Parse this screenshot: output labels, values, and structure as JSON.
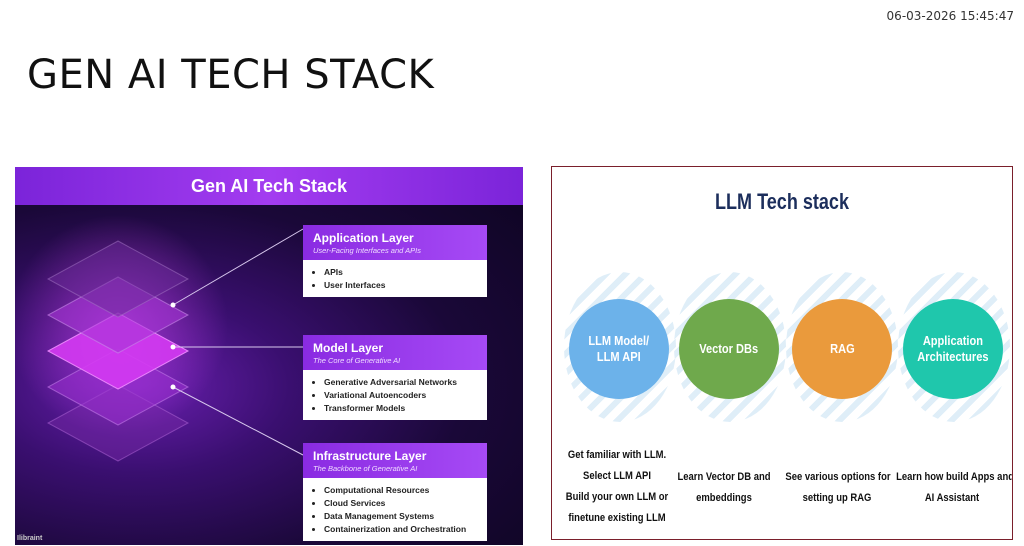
{
  "timestamp": "06-03-2026 15:45:47",
  "slide_title": "GEN AI TECH STACK",
  "gen_ai": {
    "title": "Gen AI Tech Stack",
    "brand": "Ilibraint",
    "layers": [
      {
        "title": "Application Layer",
        "subtitle": "User-Facing Interfaces and APIs",
        "items": [
          "APIs",
          "User Interfaces"
        ]
      },
      {
        "title": "Model Layer",
        "subtitle": "The Core of Generative AI",
        "items": [
          "Generative Adversarial Networks",
          "Variational Autoencoders",
          "Transformer Models"
        ]
      },
      {
        "title": "Infrastructure Layer",
        "subtitle": "The Backbone of Generative AI",
        "items": [
          "Computational Resources",
          "Cloud Services",
          "Data Management Systems",
          "Containerization and Orchestration"
        ]
      }
    ],
    "colors": {
      "header": "#8a2be2",
      "background": "#1a0838",
      "layer_glow": "#d83cf5"
    }
  },
  "llm": {
    "title": "LLM Tech stack",
    "stages": [
      {
        "label_lines": [
          "LLM Model/",
          "LLM API"
        ],
        "color": "#6cb2ea",
        "desc_lines": [
          "Get familiar with LLM.",
          "Select LLM API",
          "Build your own LLM or",
          "finetune existing LLM"
        ]
      },
      {
        "label_lines": [
          "Vector DBs"
        ],
        "color": "#6fa94c",
        "desc_lines": [
          "Learn Vector DB and",
          "embeddings"
        ]
      },
      {
        "label_lines": [
          "RAG"
        ],
        "color": "#ea9a3c",
        "desc_lines": [
          "See various options for",
          "setting up RAG"
        ]
      },
      {
        "label_lines": [
          "Application",
          "Architectures"
        ],
        "color": "#1fc7ac",
        "desc_lines": [
          "Learn how build Apps and",
          "AI Assistant"
        ]
      }
    ]
  }
}
